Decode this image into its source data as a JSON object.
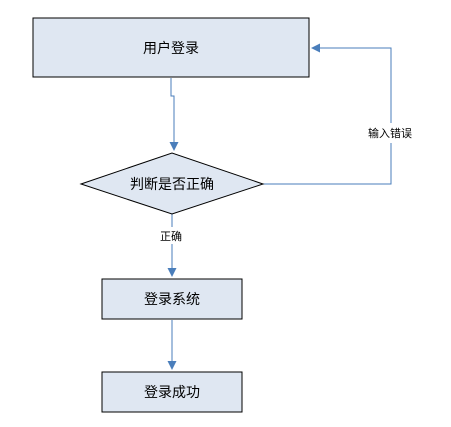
{
  "colors": {
    "node_fill": "#dfe7f2",
    "node_stroke": "#000000",
    "edge": "#4a7ebb",
    "text": "#000000"
  },
  "nodes": {
    "user_login": {
      "label": "用户登录"
    },
    "decision": {
      "label": "判断是否正确"
    },
    "login_system": {
      "label": "登录系统"
    },
    "login_success": {
      "label": "登录成功"
    }
  },
  "edges": {
    "input_error": {
      "label": "输入错误"
    },
    "correct": {
      "label": "正确"
    }
  }
}
